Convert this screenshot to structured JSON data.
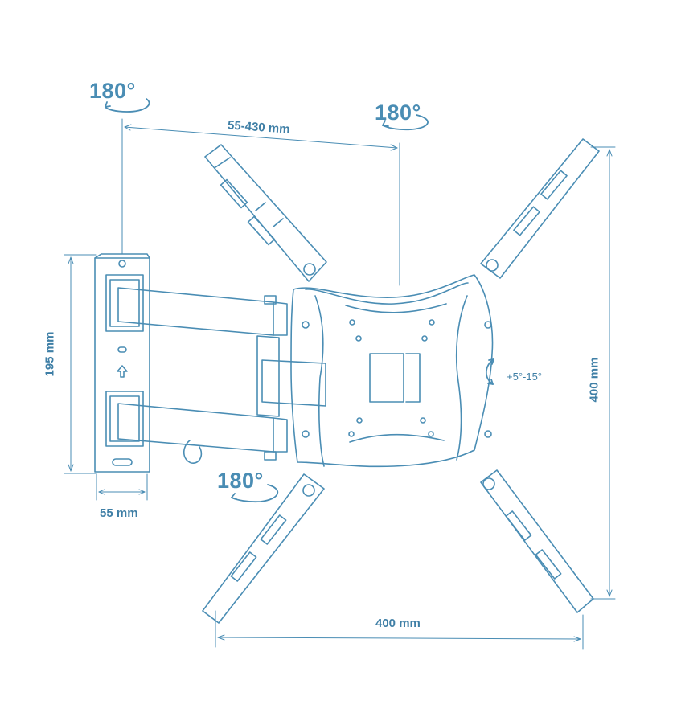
{
  "labels": {
    "rotation_top_left": "180°",
    "rotation_top_center": "180°",
    "rotation_bottom": "180°",
    "distance_extension": "55-430 mm",
    "wall_plate_height": "195 mm",
    "wall_plate_depth": "55 mm",
    "tilt_range": "+5°-15°",
    "vesa_height": "400 mm",
    "vesa_width": "400 mm"
  },
  "colors": {
    "line": "#4a8db4",
    "text": "#3f7fa6",
    "background": "#ffffff"
  }
}
